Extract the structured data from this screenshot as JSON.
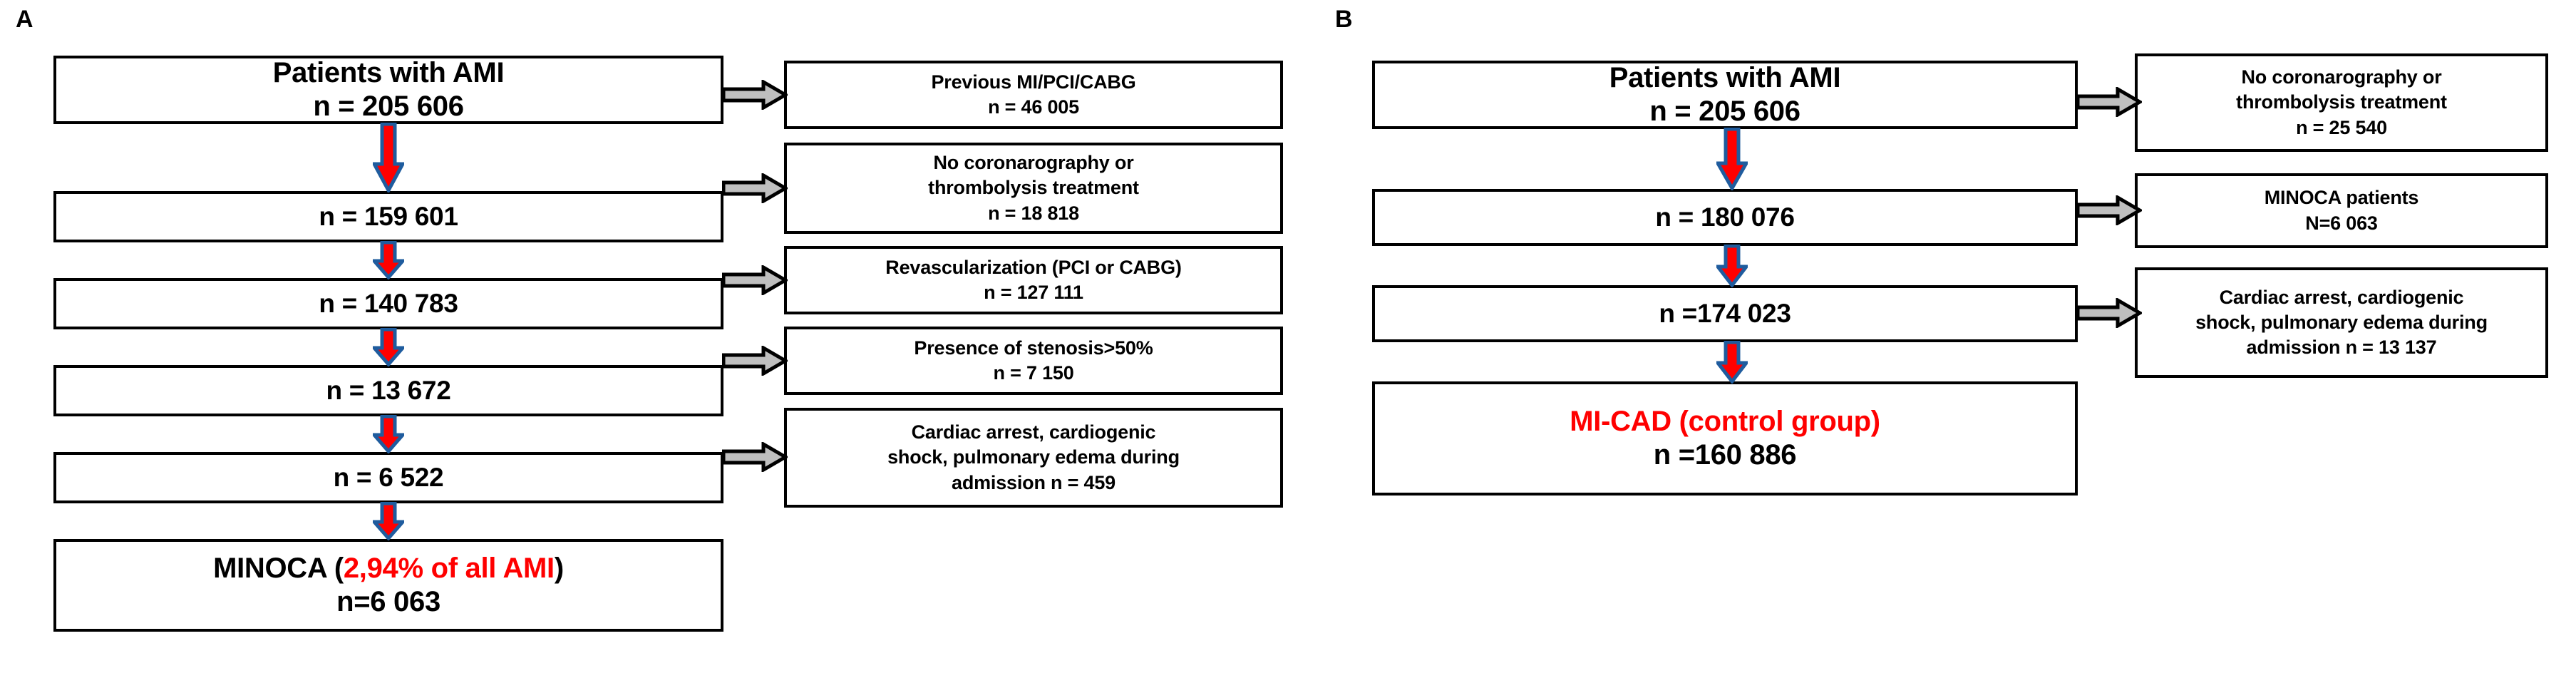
{
  "figure": {
    "title": "Patient selection flowchart for MINOCA and MI-CAD cohorts",
    "colors": {
      "red": "#FF0000",
      "arrow_blue_outline": "#1F5C9E",
      "arrow_grey_fill": "#BFBFBF",
      "box_border": "#000000",
      "background": "#FFFFFF"
    }
  },
  "panelA": {
    "label": "A",
    "main_boxes": [
      {
        "id": "a-main-1",
        "lines": [
          {
            "text": "Patients with AMI",
            "color": "black"
          },
          {
            "text": "n = 205 606",
            "color": "black"
          }
        ]
      },
      {
        "id": "a-main-2",
        "lines": [
          {
            "text": "n = 159 601",
            "color": "black"
          }
        ]
      },
      {
        "id": "a-main-3",
        "lines": [
          {
            "text": "n = 140 783",
            "color": "black"
          }
        ]
      },
      {
        "id": "a-main-4",
        "lines": [
          {
            "text": "n = 13 672",
            "color": "black"
          }
        ]
      },
      {
        "id": "a-main-5",
        "lines": [
          {
            "text": "n = 6 522",
            "color": "black"
          }
        ]
      },
      {
        "id": "a-main-6",
        "lines": [
          {
            "text": "MINOCA (2,94% of all AMI)",
            "color": "mixed",
            "segments": [
              {
                "text": "MINOCA (",
                "color": "black"
              },
              {
                "text": "2,94% of all AMI",
                "color": "red"
              },
              {
                "text": ")",
                "color": "black"
              }
            ]
          },
          {
            "text": "n=6 063",
            "color": "black"
          }
        ]
      }
    ],
    "exclusion_boxes": [
      {
        "id": "a-excl-1",
        "lines": [
          "Previous MI/PCI/CABG",
          "n = 46 005"
        ]
      },
      {
        "id": "a-excl-2",
        "lines": [
          "No coronarography or",
          "thrombolysis treatment",
          "n = 18 818"
        ]
      },
      {
        "id": "a-excl-3",
        "lines": [
          "Revascularization (PCI or CABG)",
          "n = 127 111"
        ]
      },
      {
        "id": "a-excl-4",
        "lines": [
          "Presence of stenosis>50%",
          "n = 7 150"
        ]
      },
      {
        "id": "a-excl-5",
        "lines": [
          "Cardiac arrest, cardiogenic",
          "shock, pulmonary edema during",
          "admission n = 459"
        ]
      }
    ]
  },
  "panelB": {
    "label": "B",
    "main_boxes": [
      {
        "id": "b-main-1",
        "lines": [
          {
            "text": "Patients with AMI",
            "color": "black"
          },
          {
            "text": "n = 205 606",
            "color": "black"
          }
        ]
      },
      {
        "id": "b-main-2",
        "lines": [
          {
            "text": "n = 180 076",
            "color": "black"
          }
        ]
      },
      {
        "id": "b-main-3",
        "lines": [
          {
            "text": "n =174 023",
            "color": "black"
          }
        ]
      },
      {
        "id": "b-main-4",
        "lines": [
          {
            "text": "MI-CAD (control group)",
            "color": "red"
          },
          {
            "text": "n =160 886",
            "color": "black"
          }
        ]
      }
    ],
    "exclusion_boxes": [
      {
        "id": "b-excl-1",
        "lines": [
          "No coronarography or",
          "thrombolysis treatment",
          "n = 25 540"
        ]
      },
      {
        "id": "b-excl-2",
        "lines": [
          "MINOCA patients",
          "N=6 063"
        ]
      },
      {
        "id": "b-excl-3",
        "lines": [
          "Cardiac arrest, cardiogenic",
          "shock, pulmonary edema during",
          "admission n = 13 137"
        ]
      }
    ]
  }
}
